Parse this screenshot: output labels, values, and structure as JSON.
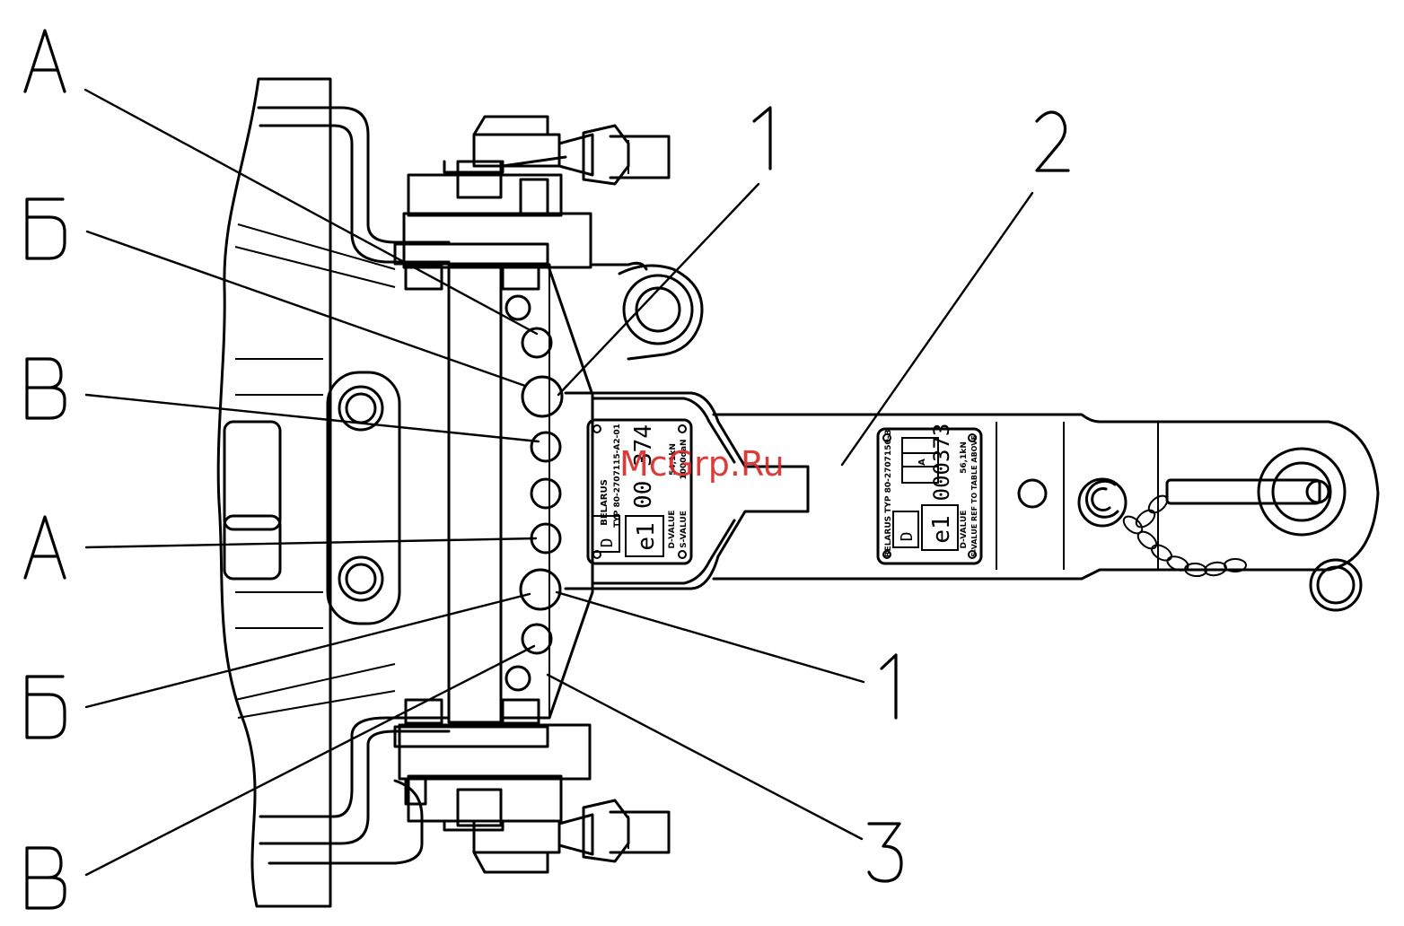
{
  "callouts": [
    {
      "id": "A-top",
      "label": "А"
    },
    {
      "id": "B-top",
      "label": "Б"
    },
    {
      "id": "V-top",
      "label": "В"
    },
    {
      "id": "A-mid",
      "label": "А"
    },
    {
      "id": "B-bot",
      "label": "Б"
    },
    {
      "id": "V-bot",
      "label": "В"
    },
    {
      "id": "n1-top",
      "label": "1"
    },
    {
      "id": "n2",
      "label": "2"
    },
    {
      "id": "n1-bot",
      "label": "1"
    },
    {
      "id": "n3",
      "label": "3"
    }
  ],
  "plate_left": {
    "brand": "BELARUS",
    "type": "TYP 80-2707115-A2-01",
    "mark_d": "D",
    "mark_e": "e1",
    "number": "00 374",
    "d_rating": "54,1kN",
    "s_rating": "1000daN",
    "d_value": "D-VALUE",
    "s_value": "S-VALUE"
  },
  "plate_right": {
    "brand": "BELARUS TYP 80-2707150-B",
    "mark_d": "D",
    "mark_e": "e1",
    "number": "000373",
    "d_rating": "56,1kN",
    "d_value": "D-VALUE",
    "s_value": "S-VALUE REF TO TABLE ABOVE",
    "table_letter": "A"
  },
  "watermark": "McGrp.Ru"
}
